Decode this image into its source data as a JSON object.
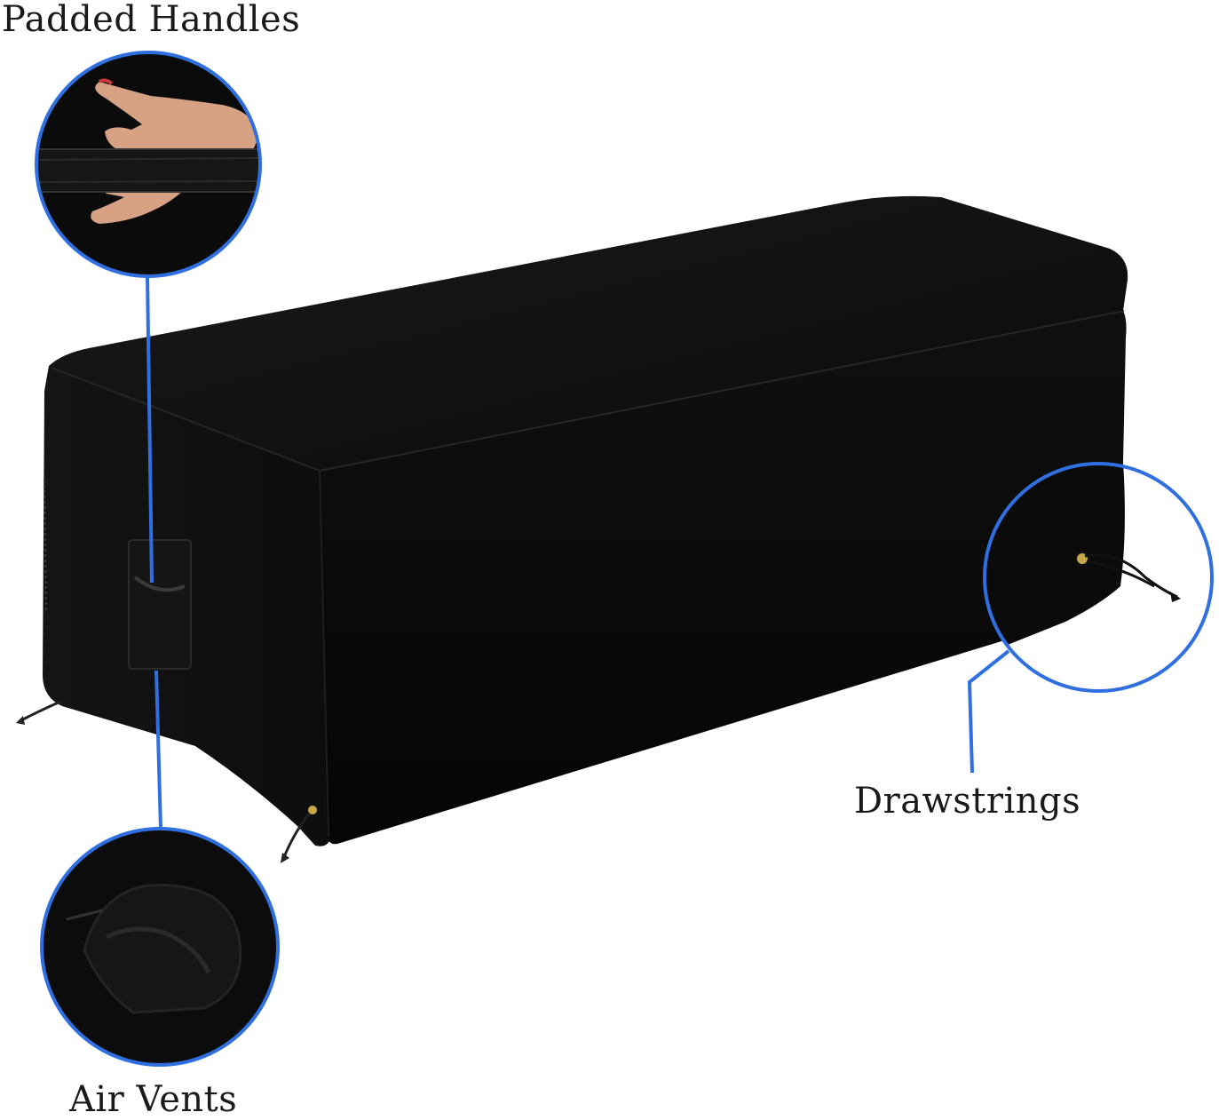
{
  "callouts": {
    "padded_handles": "Padded Handles",
    "drawstrings": "Drawstrings",
    "air_vents": "Air Vents"
  },
  "colors": {
    "accent": "#2f6fe0",
    "cover": "#0b0b0b",
    "text": "#1a1a1a",
    "background": "#ffffff"
  }
}
